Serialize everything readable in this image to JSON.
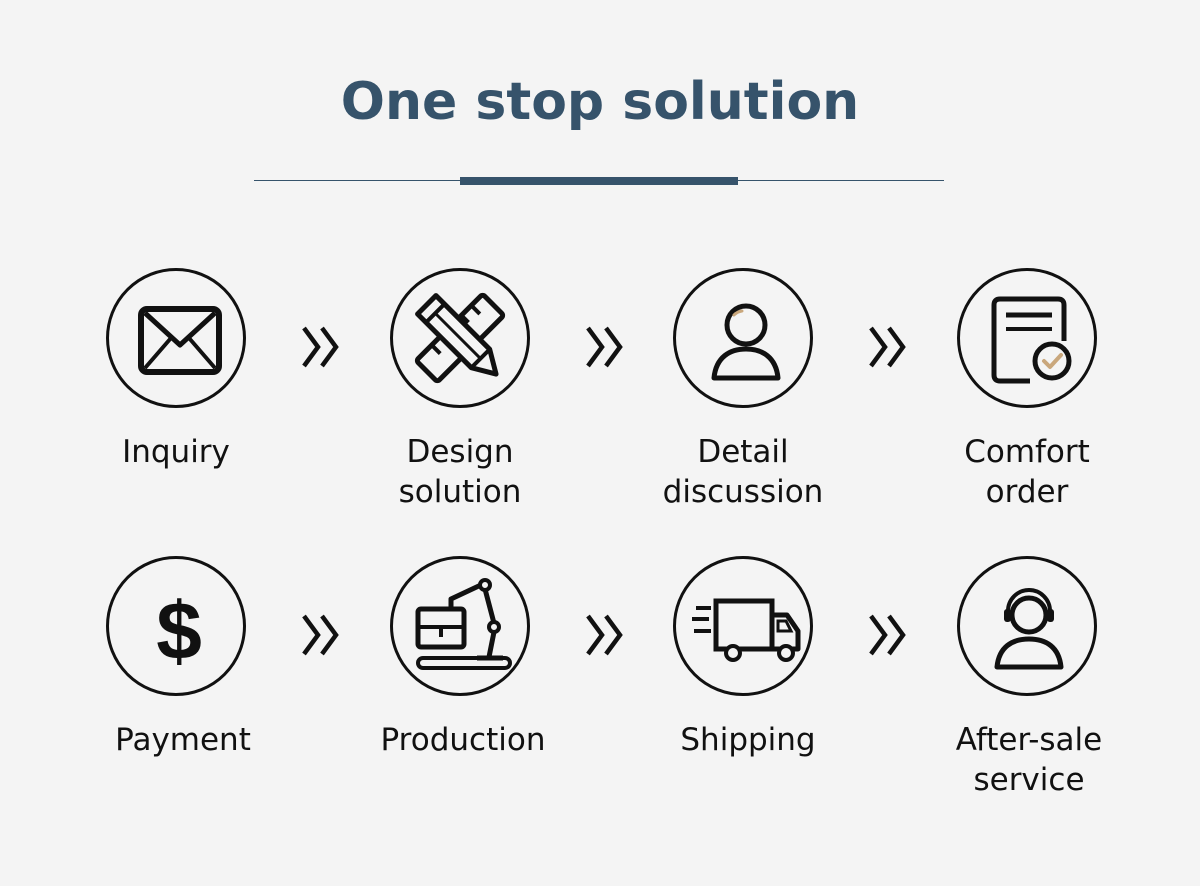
{
  "title": "One stop solution",
  "colors": {
    "title": "#36536b",
    "rule": "#36536b",
    "icon_stroke": "#111111",
    "accent": "#c9a77c",
    "background": "#f4f4f4"
  },
  "steps": [
    {
      "lines": [
        "Inquiry"
      ],
      "icon": "envelope-icon"
    },
    {
      "lines": [
        "Design",
        "solution"
      ],
      "icon": "pencil-ruler-icon"
    },
    {
      "lines": [
        "Detail",
        "discussion"
      ],
      "icon": "user-icon"
    },
    {
      "lines": [
        "Comfort",
        "order"
      ],
      "icon": "order-check-icon"
    },
    {
      "lines": [
        "Payment"
      ],
      "icon": "dollar-icon"
    },
    {
      "lines": [
        "Production"
      ],
      "icon": "robot-arm-icon"
    },
    {
      "lines": [
        "Shipping"
      ],
      "icon": "truck-icon"
    },
    {
      "lines": [
        "After-sale",
        "service"
      ],
      "icon": "headset-user-icon"
    }
  ],
  "connector_icon": "double-chevron-right-icon"
}
